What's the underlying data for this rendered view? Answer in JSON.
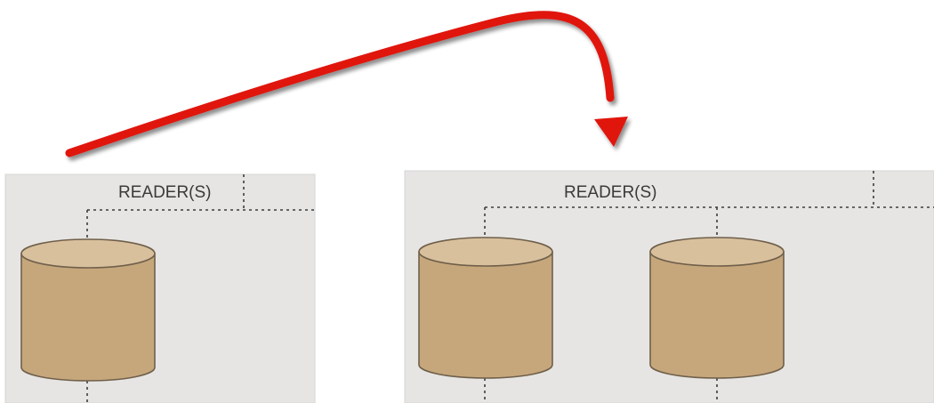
{
  "arrow": {
    "color": "#e0120e"
  },
  "panels": [
    {
      "label": "READER(S)",
      "background": "#e6e5e3",
      "cylinder_count": 1
    },
    {
      "label": "READER(S)",
      "background": "#e6e5e3",
      "cylinder_count": 2
    }
  ],
  "cylinder_colors": {
    "body": "#c6a77c",
    "top": "#d9c09d",
    "outline": "#6f5f4a"
  }
}
